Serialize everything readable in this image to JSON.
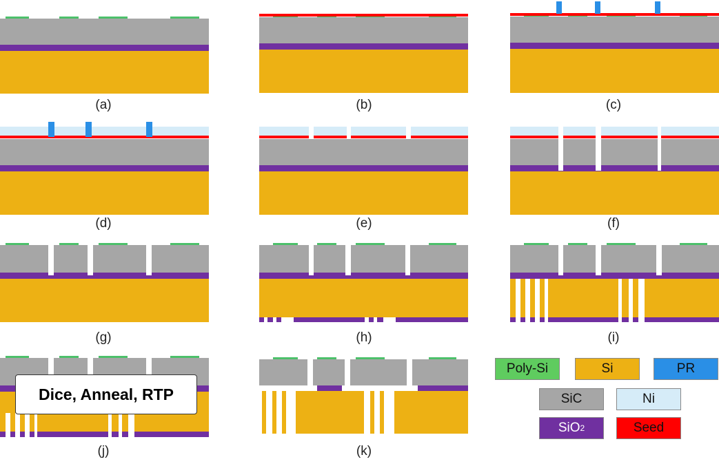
{
  "colors": {
    "poly_si": "#4cc06a",
    "si": "#edb114",
    "pr": "#2a8fe6",
    "sic": "#a6a6a6",
    "ni": "#d6ecf8",
    "sio2": "#7030a0",
    "seed": "#ff0000"
  },
  "panels": [
    {
      "id": "a",
      "label": "(a)"
    },
    {
      "id": "b",
      "label": "(b)"
    },
    {
      "id": "c",
      "label": "(c)"
    },
    {
      "id": "d",
      "label": "(d)"
    },
    {
      "id": "e",
      "label": "(e)"
    },
    {
      "id": "f",
      "label": "(f)"
    },
    {
      "id": "g",
      "label": "(g)"
    },
    {
      "id": "h",
      "label": "(h)"
    },
    {
      "id": "i",
      "label": "(i)"
    },
    {
      "id": "j",
      "label": "(j)"
    },
    {
      "id": "k",
      "label": "(k)"
    }
  ],
  "overlay": {
    "text": "Dice, Anneal, RTP"
  },
  "legend": {
    "poly_si": "Poly-Si",
    "si": "Si",
    "pr": "PR",
    "sic": "SiC",
    "ni": "Ni",
    "sio2_base": "SiO",
    "sio2_sub": "2",
    "seed": "Seed"
  }
}
